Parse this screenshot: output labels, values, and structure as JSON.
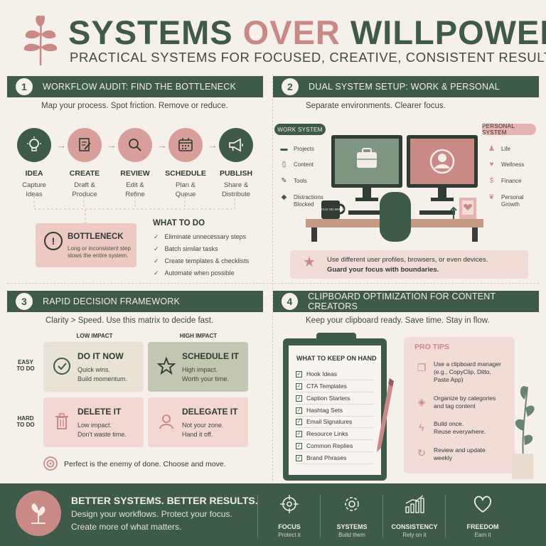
{
  "header": {
    "title_part1": "SYSTEMS ",
    "title_accent": "OVER",
    "title_part2": " WILLPOWER",
    "subtitle": "PRACTICAL SYSTEMS FOR FOCUSED, CREATIVE, CONSISTENT RESULTS"
  },
  "colors": {
    "primary": "#3d5b48",
    "accent": "#c98a86",
    "background": "#f6f0ea",
    "pink_soft": "#f2dcd7"
  },
  "section1": {
    "number": "1",
    "title": "WORKFLOW AUDIT: FIND THE BOTTLENECK",
    "subtitle": "Map your process. Spot friction. Remove or reduce.",
    "steps": [
      {
        "label": "IDEA",
        "desc1": "Capture",
        "desc2": "Ideas",
        "icon": "lightbulb-icon"
      },
      {
        "label": "CREATE",
        "desc1": "Draft &",
        "desc2": "Produce",
        "icon": "document-edit-icon"
      },
      {
        "label": "REVIEW",
        "desc1": "Edit &",
        "desc2": "Refine",
        "icon": "magnifier-icon"
      },
      {
        "label": "SCHEDULE",
        "desc1": "Plan &",
        "desc2": "Queue",
        "icon": "calendar-icon"
      },
      {
        "label": "PUBLISH",
        "desc1": "Share &",
        "desc2": "Distribute",
        "icon": "megaphone-icon"
      }
    ],
    "bottleneck": {
      "title": "BOTTLENECK",
      "desc": "Long or inconsistent step slows the entire system."
    },
    "what_to_do": {
      "title": "WHAT TO DO",
      "items": [
        "Eliminate unnecessary steps",
        "Batch similar tasks",
        "Create templates & checklists",
        "Automate when possible"
      ]
    }
  },
  "section2": {
    "number": "2",
    "title": "DUAL SYSTEM SETUP: WORK & PERSONAL",
    "subtitle": "Separate environments. Clearer focus.",
    "work_tag": "WORK SYSTEM",
    "personal_tag": "PERSONAL SYSTEM",
    "work_items": [
      "Projects",
      "Content",
      "Tools",
      "Distractions",
      "Blocked"
    ],
    "personal_items": [
      "Life",
      "Wellness",
      "Finance",
      "Personal",
      "Growth"
    ],
    "mug_text": "FOCUS ON WORK",
    "guard_line1": "Use different user profiles, browsers, or even devices.",
    "guard_line2": "Guard your focus with boundaries."
  },
  "section3": {
    "number": "3",
    "title": "RAPID DECISION FRAMEWORK",
    "subtitle": "Clarity > Speed. Use this matrix to decide fast.",
    "col_low": "LOW IMPACT",
    "col_high": "HIGH IMPACT",
    "row_easy1": "EASY",
    "row_easy2": "TO DO",
    "row_hard1": "HARD",
    "row_hard2": "TO DO",
    "quads": [
      {
        "title": "DO IT NOW",
        "line1": "Quick wins.",
        "line2": "Build momentum."
      },
      {
        "title": "SCHEDULE IT",
        "line1": "High impact.",
        "line2": "Worth your time."
      },
      {
        "title": "DELETE IT",
        "line1": "Low impact.",
        "line2": "Don't waste time."
      },
      {
        "title": "DELEGATE IT",
        "line1": "Not your zone.",
        "line2": "Hand it off."
      }
    ],
    "footer_note": "Perfect is the enemy of done. Choose and move."
  },
  "section4": {
    "number": "4",
    "title": "CLIPBOARD OPTIMIZATION FOR CONTENT CREATORS",
    "subtitle": "Keep your clipboard ready. Save time. Stay in flow.",
    "clipboard_title": "WHAT TO KEEP ON HAND",
    "clipboard_items": [
      "Hook Ideas",
      "CTA Templates",
      "Caption Starters",
      "Hashtag Sets",
      "Email Signatures",
      "Resource Links",
      "Common Replies",
      "Brand Phrases"
    ],
    "pro_tips_title": "PRO TIPS",
    "tips": [
      {
        "l1": "Use a clipboard manager",
        "l2": "(e.g., CopyClip, Ditto,",
        "l3": "Paste App)"
      },
      {
        "l1": "Organize by categories",
        "l2": "and tag content",
        "l3": ""
      },
      {
        "l1": "Build once.",
        "l2": "Reuse everywhere.",
        "l3": ""
      },
      {
        "l1": "Review and update",
        "l2": "weekly",
        "l3": ""
      }
    ]
  },
  "footer": {
    "title": "BETTER SYSTEMS. BETTER RESULTS.",
    "line1": "Design your workflows. Protect your focus.",
    "line2": "Create more of what matters.",
    "columns": [
      {
        "label": "FOCUS",
        "sub": "Protect it",
        "icon": "target-icon"
      },
      {
        "label": "SYSTEMS",
        "sub": "Build them",
        "icon": "gear-icon"
      },
      {
        "label": "CONSISTENCY",
        "sub": "Rely on it",
        "icon": "growth-chart-icon"
      },
      {
        "label": "FREEDOM",
        "sub": "Earn it",
        "icon": "heart-icon"
      }
    ]
  }
}
